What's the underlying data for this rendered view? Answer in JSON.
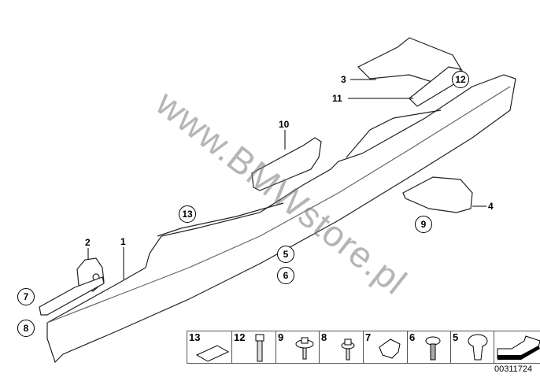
{
  "watermark": "www.BMWstore.pl",
  "callouts": {
    "c1": "1",
    "c2": "2",
    "c3": "3",
    "c4": "4",
    "c5": "5",
    "c6": "6",
    "c7": "7",
    "c8": "8",
    "c9": "9",
    "c10": "10",
    "c11": "11",
    "c12": "12",
    "c13": "13"
  },
  "legend": [
    {
      "num": "13",
      "part": "pad-icon"
    },
    {
      "num": "12",
      "part": "bolt-icon"
    },
    {
      "num": "9",
      "part": "collar-screw-icon"
    },
    {
      "num": "8",
      "part": "hex-screw-icon"
    },
    {
      "num": "7",
      "part": "clip-nut-icon"
    },
    {
      "num": "6",
      "part": "plug-icon"
    },
    {
      "num": "5",
      "part": "expanding-rivet-icon"
    }
  ],
  "part_number": "00311724"
}
